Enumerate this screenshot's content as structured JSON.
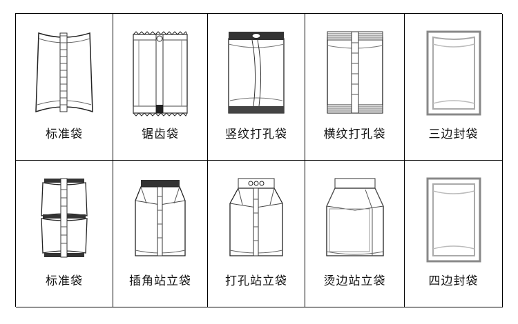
{
  "items": [
    {
      "label": "标准袋",
      "icon": "pillow-bag-back-seal-icon"
    },
    {
      "label": "锯齿袋",
      "icon": "serrated-seal-bag-icon"
    },
    {
      "label": "竖纹打孔袋",
      "icon": "vertical-stripe-hang-hole-bag-icon"
    },
    {
      "label": "横纹打孔袋",
      "icon": "horizontal-stripe-bag-icon"
    },
    {
      "label": "三边封袋",
      "icon": "three-side-seal-bag-icon"
    },
    {
      "label": "标准袋",
      "icon": "linked-pillow-bags-icon"
    },
    {
      "label": "插角站立袋",
      "icon": "gusset-stand-up-bag-icon"
    },
    {
      "label": "打孔站立袋",
      "icon": "hang-hole-stand-up-bag-icon"
    },
    {
      "label": "烫边站立袋",
      "icon": "heat-seal-stand-up-bag-icon"
    },
    {
      "label": "四边封袋",
      "icon": "four-side-seal-bag-icon"
    }
  ]
}
